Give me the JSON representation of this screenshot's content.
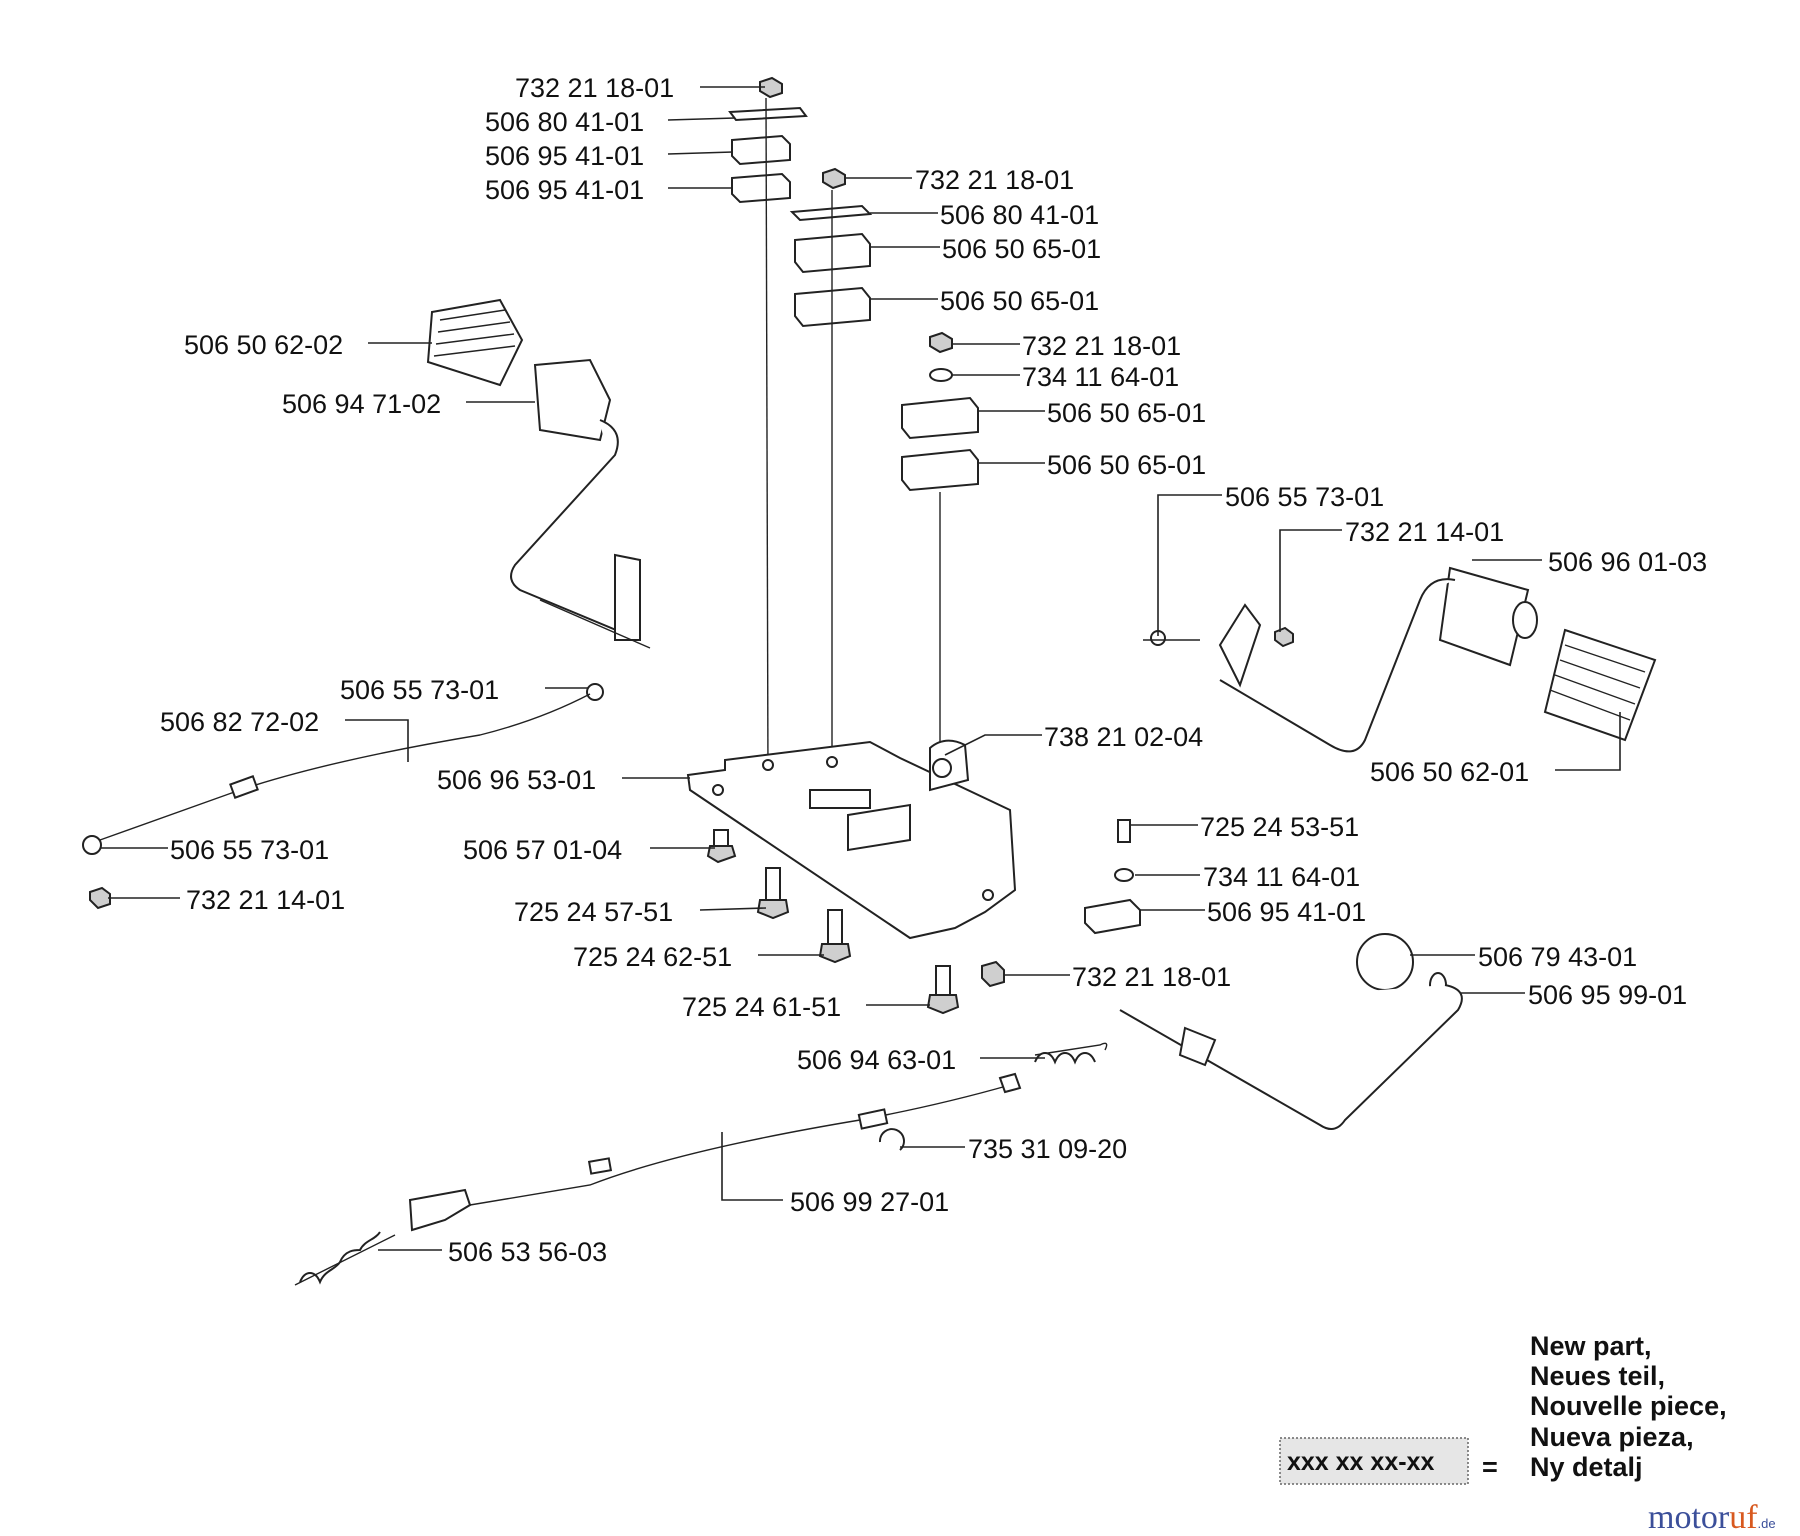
{
  "labels": {
    "l1": "732 21 18-01",
    "l2": "506 80 41-01",
    "l3": "506 95 41-01",
    "l4": "506 95 41-01",
    "l5": "732 21 18-01",
    "l6": "506 80 41-01",
    "l7": "506 50 65-01",
    "l8": "506 50 65-01",
    "l9": "506 50 62-02",
    "l10": "506 94 71-02",
    "l11": "732 21 18-01",
    "l12": "734 11 64-01",
    "l13": "506 50 65-01",
    "l14": "506 50 65-01",
    "l15": "506 55 73-01",
    "l16": "732 21 14-01",
    "l17": "506 96 01-03",
    "l18": "506 55 73-01",
    "l19": "506 82 72-02",
    "l20": "738 21 02-04",
    "l21": "506 96 53-01",
    "l22": "506 50 62-01",
    "l23": "506 55 73-01",
    "l24": "506 57 01-04",
    "l25": "725 24 53-51",
    "l26": "732 21 14-01",
    "l27": "734 11 64-01",
    "l28": "725 24 57-51",
    "l29": "506 95 41-01",
    "l30": "725 24 62-51",
    "l31": "506 79 43-01",
    "l32": "732 21 18-01",
    "l33": "506 95 99-01",
    "l34": "725 24 61-51",
    "l35": "506 94 63-01",
    "l36": "735 31 09-20",
    "l37": "506 99 27-01",
    "l38": "506 53 56-03"
  },
  "legend": {
    "code": "xxx xx xx-xx",
    "equals": "=",
    "lines": [
      "New part,",
      "Neues teil,",
      "Nouvelle piece,",
      "Nueva pieza,",
      "Ny detalj"
    ]
  },
  "watermark": {
    "brand_a": "motor",
    "brand_b": "uf",
    "tld": ".de"
  }
}
